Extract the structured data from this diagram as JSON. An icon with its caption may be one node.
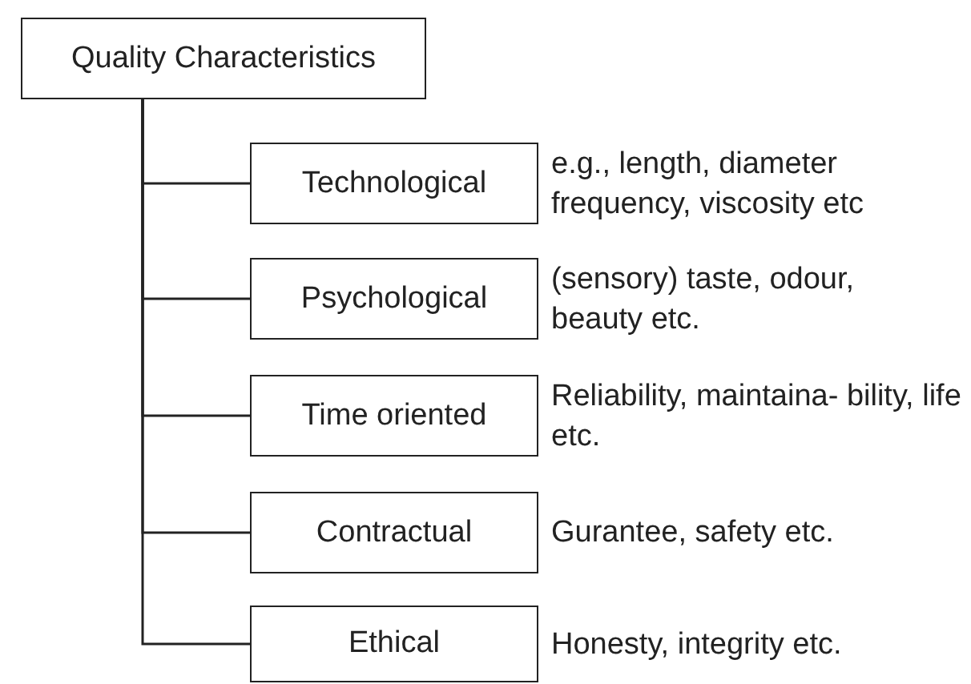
{
  "diagram": {
    "nodes": [
      {
        "text": [
          "Quality Characteristics"
        ]
      },
      {
        "text": [
          "Technological"
        ],
        "beside": [
          "e.g., length, diameter frequency, viscosity etc"
        ]
      },
      {
        "text": [
          "Psychological"
        ],
        "beside": [
          "(sensory) taste, odour, beauty etc."
        ]
      },
      {
        "text": [
          "Time oriented"
        ],
        "beside": [
          "Reliability, maintaina- bility, life etc."
        ]
      },
      {
        "text": [
          "Contractual"
        ],
        "beside": [
          "Gurantee, safety etc."
        ]
      },
      {
        "text": [
          "Ethical"
        ],
        "beside": [
          "Honesty, integrity etc."
        ]
      }
    ],
    "edges": [
      {
        "from": 0,
        "to": 1,
        "arrow": "none"
      },
      {
        "from": 0,
        "to": 2,
        "arrow": "none"
      },
      {
        "from": 0,
        "to": 3,
        "arrow": "none"
      },
      {
        "from": 0,
        "to": 4,
        "arrow": "none"
      },
      {
        "from": 0,
        "to": 5,
        "arrow": "none"
      }
    ]
  }
}
